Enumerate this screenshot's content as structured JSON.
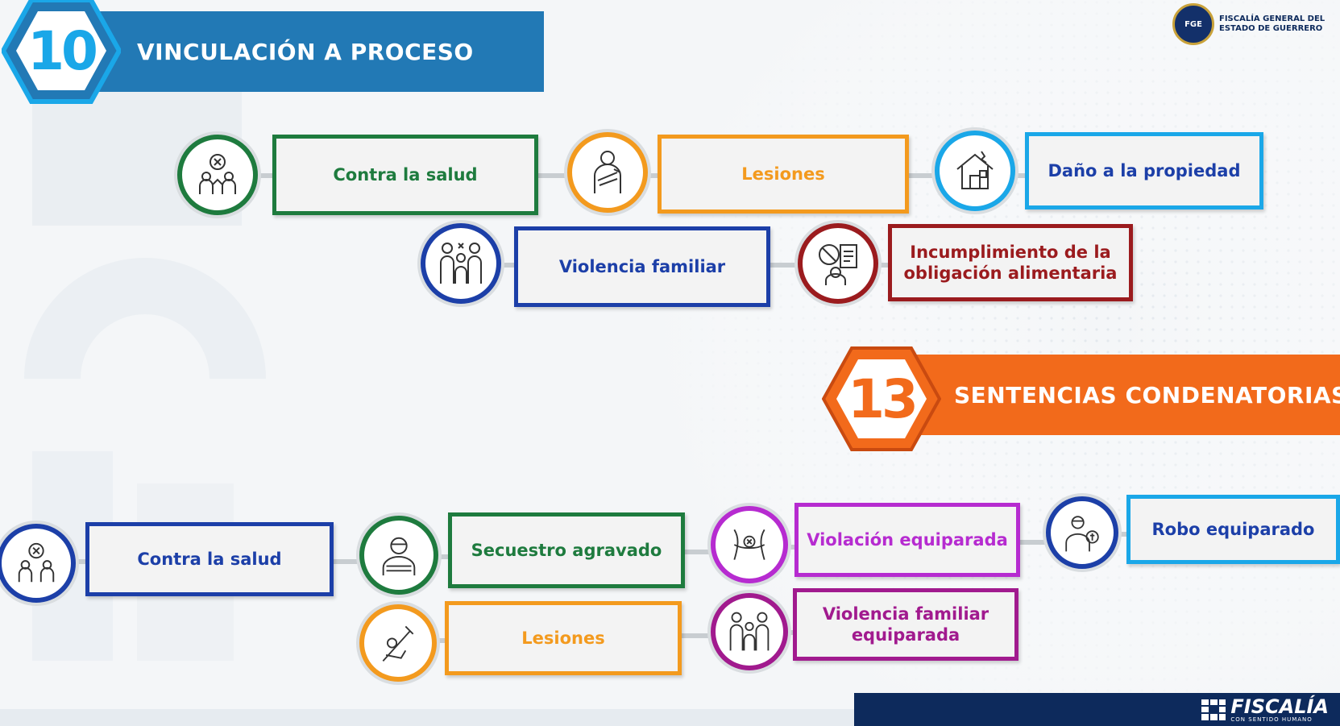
{
  "header": {
    "number": "10",
    "title": "VINCULACIÓN A PROCESO"
  },
  "org": {
    "name_line1": "FISCALÍA GENERAL DEL",
    "name_line2": "ESTADO DE GUERRERO",
    "seal_text": "FGE"
  },
  "section_10": {
    "items": [
      {
        "label": "Contra la salud",
        "icon": "health-community-icon",
        "color": "#1e7b3e"
      },
      {
        "label": "Lesiones",
        "icon": "injured-person-icon",
        "color": "#f39a1e"
      },
      {
        "label": "Daño a la propiedad",
        "icon": "damaged-house-icon",
        "color": "#1aa7e8"
      },
      {
        "label": "Violencia familiar",
        "icon": "family-icon",
        "color": "#1c3fa8"
      },
      {
        "label": "Incumplimiento de la",
        "label2": "obligación alimentaria",
        "icon": "no-food-document-icon",
        "color": "#9b1b1e"
      }
    ]
  },
  "section_13": {
    "number": "13",
    "title": "SENTENCIAS CONDENATORIAS",
    "items": [
      {
        "label": "Contra la salud",
        "icon": "health-community-icon",
        "color": "#1c3fa8"
      },
      {
        "label": "Secuestro agravado",
        "icon": "kidnapped-person-icon",
        "color": "#1e7b3e"
      },
      {
        "label": "Violación equiparada",
        "icon": "assault-body-icon",
        "color": "#b62bd0"
      },
      {
        "label": "Robo equiparado",
        "icon": "robbery-icon",
        "color": "#1aa7e8"
      },
      {
        "label": "Lesiones",
        "icon": "injured-person-icon",
        "color": "#f39a1e"
      },
      {
        "label": "Violencia familiar",
        "label2": "equiparada",
        "icon": "family-icon",
        "color": "#a11a8e"
      }
    ]
  },
  "footer": {
    "brand": "FISCALÍA",
    "tagline": "CON SENTIDO HUMANO"
  },
  "colors": {
    "blue_banner": "#2279b5",
    "orange_banner": "#f26a1b",
    "navy": "#0d2a5c"
  }
}
